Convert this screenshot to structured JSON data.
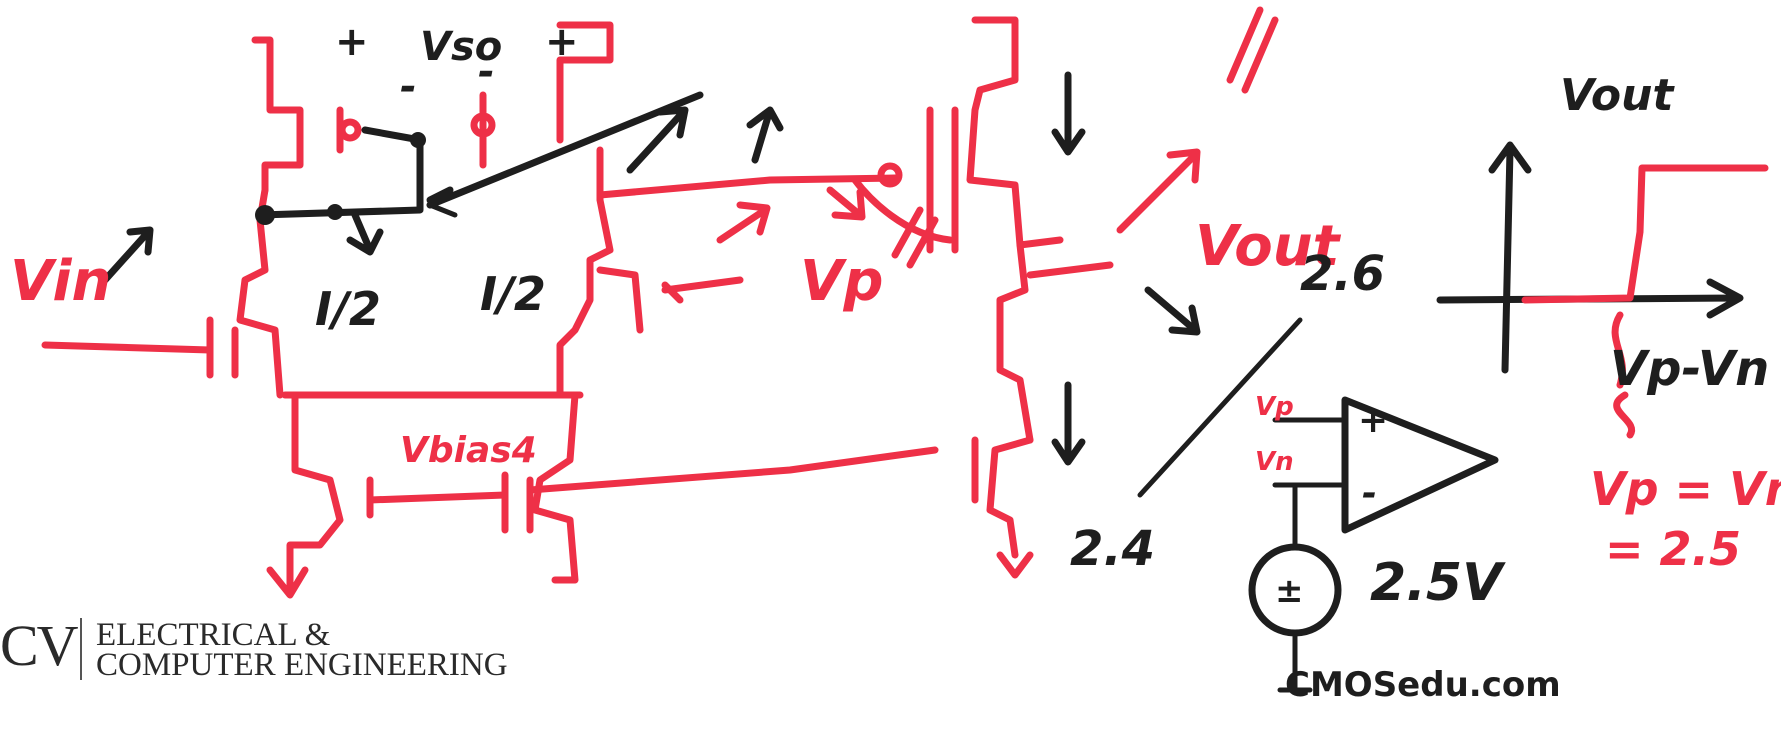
{
  "labels": {
    "vin": "Vin",
    "vsd": "Vso",
    "plus_left": "+",
    "plus_right": "+",
    "minus_left": "-",
    "minus_right": "-",
    "i_left": "I/2",
    "i_right": "I/2",
    "vbias": "Vbias4",
    "vp": "Vp",
    "vout": "Vout",
    "v26": "2.6",
    "v24": "2.4",
    "opamp_vp": "Vp",
    "opamp_vn": "Vn",
    "opamp_plus": "+",
    "opamp_minus": "-",
    "source": "2.5V",
    "plot_ylabel": "Vout",
    "plot_xlabel": "Vp-Vn",
    "eq_line1": "Vp = Vn",
    "eq_line2": "= 2.5"
  },
  "logo": {
    "mark": "CV",
    "line1": "ELECTRICAL &",
    "line2": "COMPUTER ENGINEERING"
  },
  "watermark": "CMOSedu.com",
  "colors": {
    "ink_red": "#ee3047",
    "ink_black": "#1e1e1e"
  }
}
